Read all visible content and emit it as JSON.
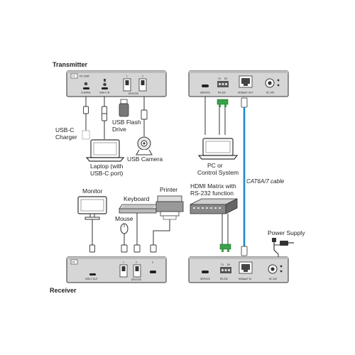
{
  "section_titles": {
    "transmitter": "Transmitter",
    "receiver": "Receiver"
  },
  "transmitter_front_panel": {
    "badge": "TX",
    "port_labels": [
      "CHARGE",
      "USB-C IN",
      "DEVICES"
    ],
    "top_labels": [
      "PD 100W",
      "1",
      "2"
    ]
  },
  "transmitter_rear_panel": {
    "port_labels": [
      "SERVICE",
      "RS-232",
      "HDBaseT OUT",
      "DC 24V"
    ],
    "top_labels": [
      "TX",
      "RX"
    ]
  },
  "receiver_front_panel": {
    "badge": "RX",
    "port_labels": [
      "USB-C OUT",
      "DEVICES"
    ],
    "top_labels": [
      "1",
      "2",
      "3"
    ]
  },
  "receiver_rear_panel": {
    "port_labels": [
      "SERVICE",
      "RS-232",
      "HDBaseT IN",
      "DC 24V"
    ],
    "top_labels": [
      "TX",
      "RX"
    ]
  },
  "device_labels": {
    "usb_c_charger": [
      "USB-C",
      "Charger"
    ],
    "laptop": [
      "Laptop (with",
      "USB-C port)"
    ],
    "usb_flash_drive": [
      "USB Flash",
      "Drive"
    ],
    "usb_camera": "USB Camera",
    "pc": [
      "PC or",
      "Control System"
    ],
    "hdmi_matrix": [
      "HDMI Matrix with",
      "RS-232 function"
    ],
    "cable": "CAT6A/7 cable",
    "power_supply": "Power Supply",
    "monitor": "Monitor",
    "keyboard": "Keyboard",
    "printer": "Printer",
    "mouse": "Mouse"
  },
  "colors": {
    "device_body": "#d6d6d6",
    "device_outline": "#333333",
    "cable_blue": "#1e88c8",
    "terminal_green": "#3aa14a",
    "wire": "#333333"
  }
}
